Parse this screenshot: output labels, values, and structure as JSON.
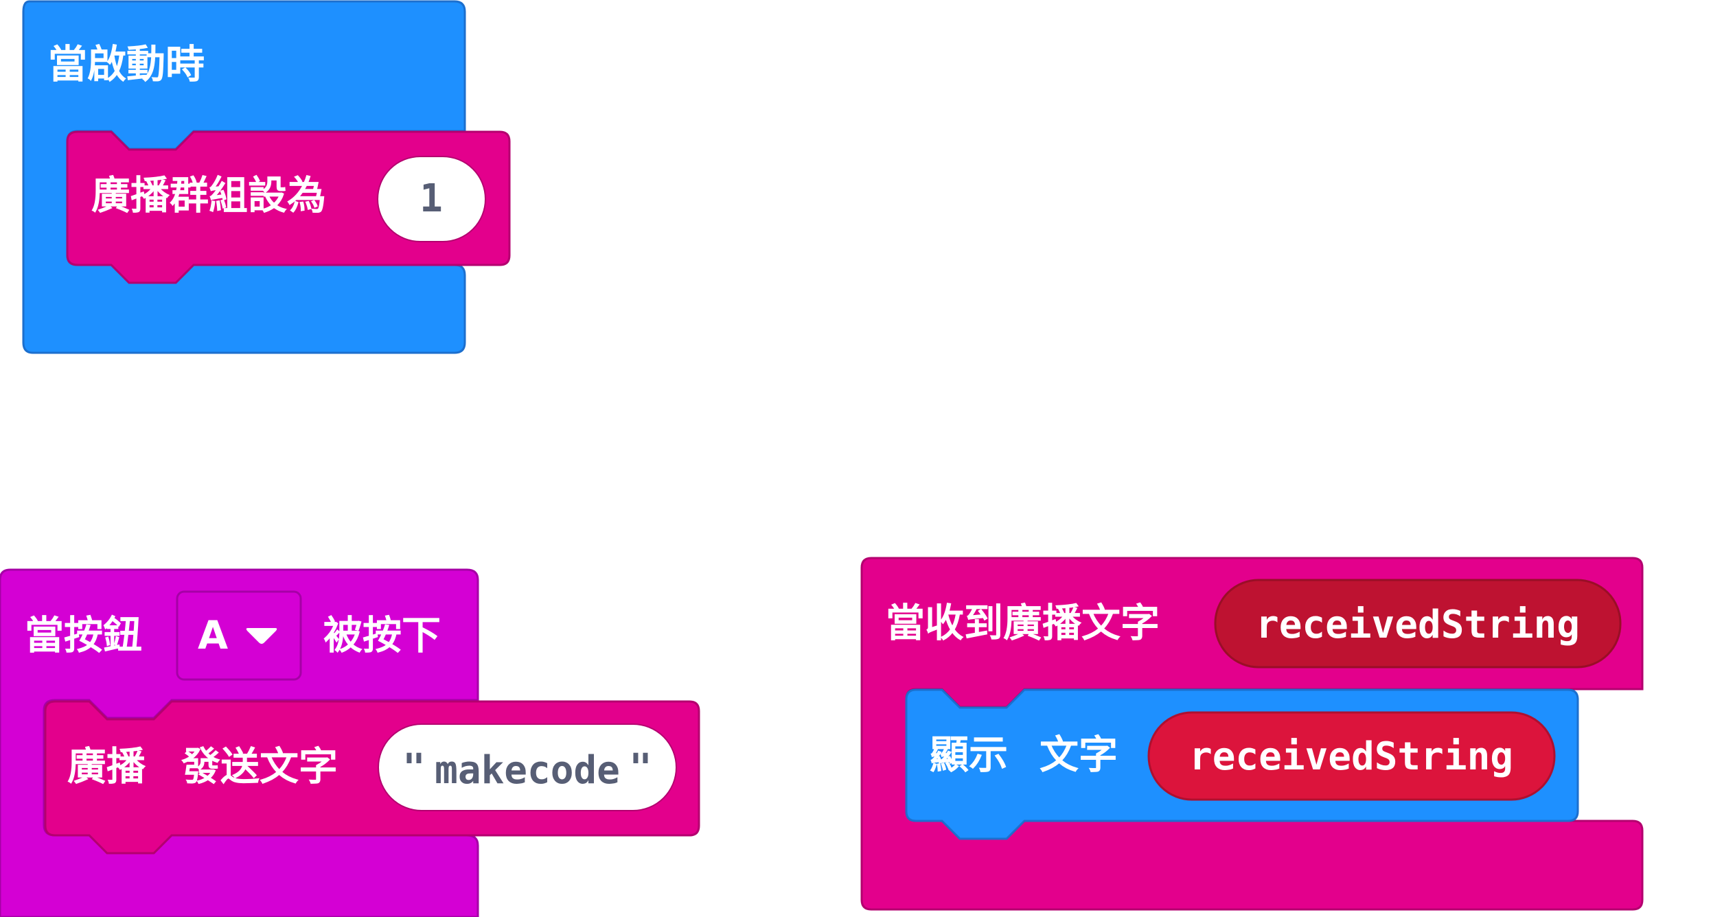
{
  "colors": {
    "basic": "#1E90FF",
    "basic_border": "#1C6FCE",
    "radio": "#E3008C",
    "radio_border": "#B4006F",
    "input": "#D400D4",
    "input_border": "#A600A6",
    "variable_received": "#BE1231",
    "variable_received_border": "#9A0E27",
    "variable_shown": "#DC143C",
    "variable_shown_border": "#AE1030",
    "field_bg": "#FFFFFF",
    "field_text": "#575E75"
  },
  "blocks": {
    "on_start": {
      "label": "當啟動時",
      "set_group": {
        "label": "廣播群組設為",
        "value": "1"
      }
    },
    "on_button": {
      "prefix": "當按鈕",
      "button": "A",
      "dropdown_icon": "triangle-down-icon",
      "suffix": "被按下",
      "send": {
        "radio_label": "廣播",
        "action_label": "發送文字",
        "quote_open": "\"",
        "text": "makecode",
        "quote_close": "\""
      }
    },
    "on_received": {
      "label": "當收到廣播文字",
      "variable": "receivedString",
      "show": {
        "label": "顯示",
        "text_label": "文字",
        "variable": "receivedString"
      }
    }
  }
}
